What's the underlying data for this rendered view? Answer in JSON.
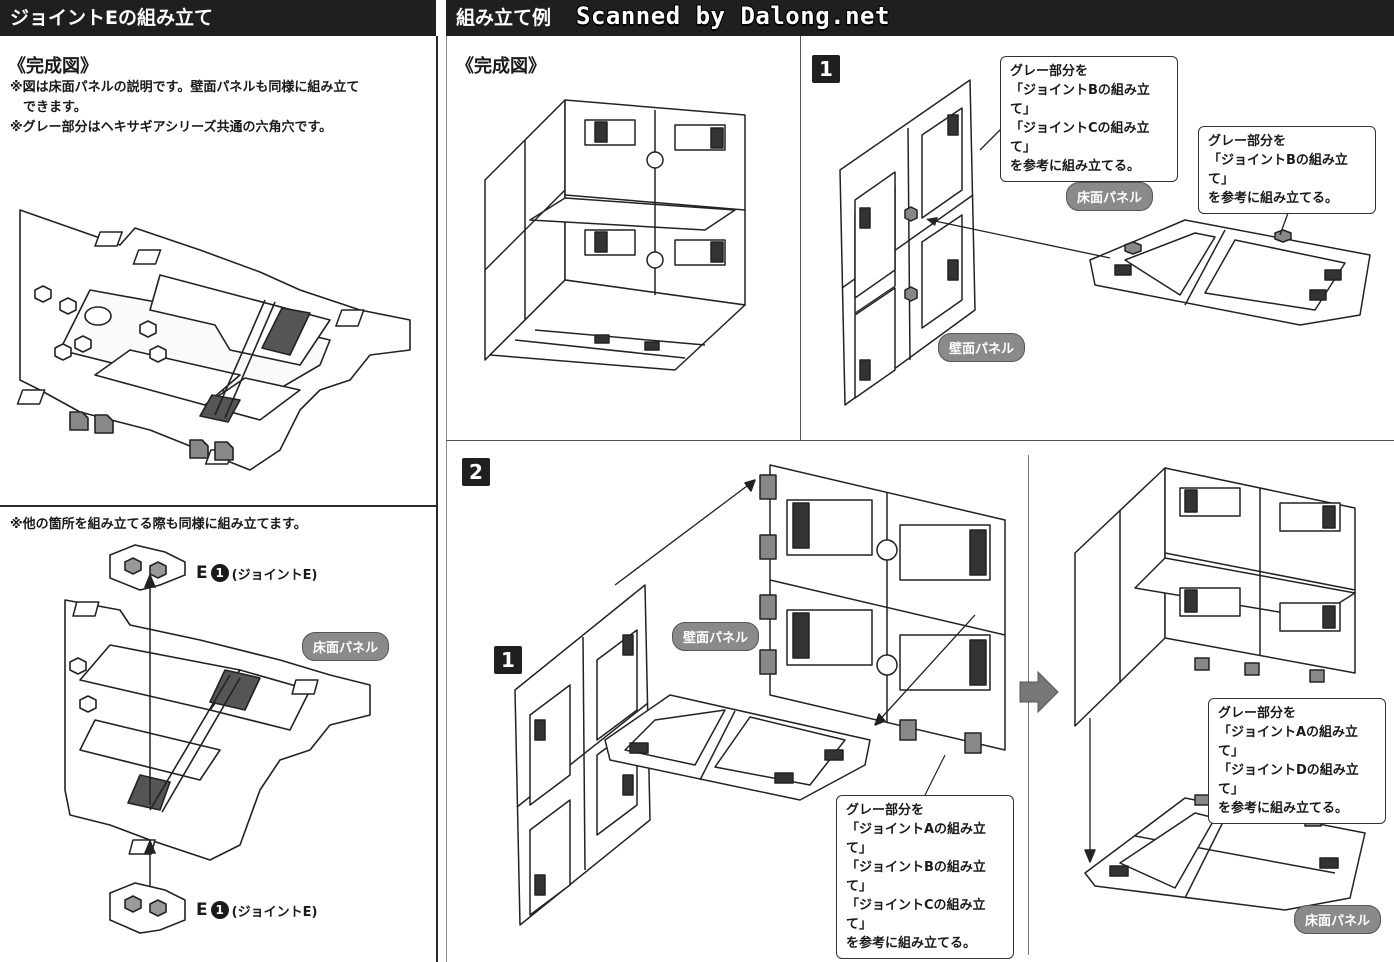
{
  "header": {
    "left_title": "ジョイントEの組み立て",
    "right_title": "組み立て例",
    "watermark": "Scanned by Dalong.net"
  },
  "left_top": {
    "heading": "《完成図》",
    "notes": [
      "※図は床面パネルの説明です。壁面パネルも同様に組み立て",
      "　できます。",
      "※グレー部分はヘキサギアシリーズ共通の六角穴です。"
    ]
  },
  "left_bottom": {
    "note": "※他の箇所を組み立てる際も同様に組み立てます。",
    "joint_top": {
      "letter": "E",
      "num": "1",
      "text": "(ジョイントE)"
    },
    "joint_bottom": {
      "letter": "E",
      "num": "1",
      "text": "(ジョイントE)"
    },
    "floor_label": "床面パネル"
  },
  "right_top_left": {
    "heading": "《完成図》"
  },
  "step1": {
    "number": "1",
    "callout_wall": [
      "グレー部分を",
      "「ジョイントBの組み立て」",
      "「ジョイントCの組み立て」",
      "を参考に組み立てる。"
    ],
    "callout_floor": [
      "グレー部分を",
      "「ジョイントBの組み立て」",
      "を参考に組み立てる。"
    ],
    "floor_label": "床面パネル",
    "wall_label": "壁面パネル"
  },
  "step2": {
    "number": "2",
    "sub_number": "1",
    "wall_label": "壁面パネル",
    "callout_center": [
      "グレー部分を",
      "「ジョイントAの組み立て」",
      "「ジョイントBの組み立て」",
      "「ジョイントCの組み立て」",
      "を参考に組み立てる。"
    ],
    "callout_right": [
      "グレー部分を",
      "「ジョイントAの組み立て」",
      "「ジョイントDの組み立て」",
      "を参考に組み立てる。"
    ],
    "floor_label": "床面パネル"
  }
}
